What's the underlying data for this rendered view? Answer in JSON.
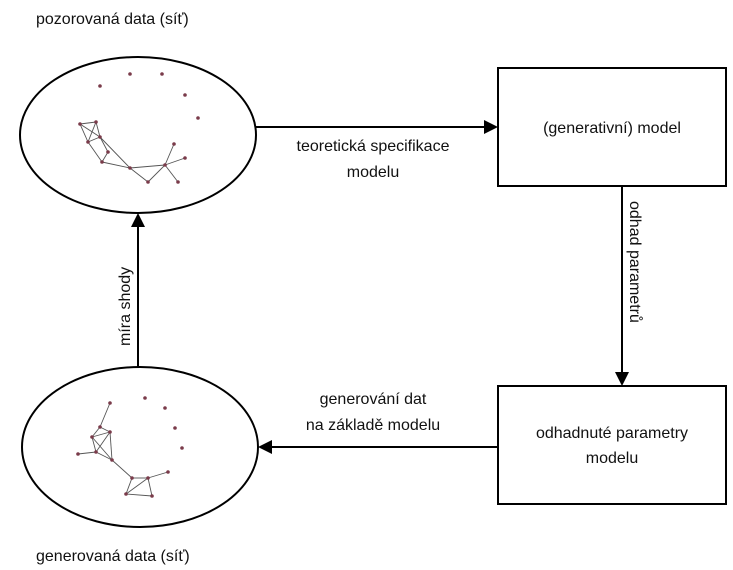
{
  "labels": {
    "observed_data": "pozorovaná data (síť)",
    "generated_data": "generovaná data (síť)",
    "model_box": "(generativní) model",
    "params_box_line1": "odhadnuté parametry",
    "params_box_line2": "modelu",
    "arrow_spec_line1": "teoretická specifikace",
    "arrow_spec_line2": "modelu",
    "arrow_estimate": "odhad parametrů",
    "arrow_generate_line1": "generování dat",
    "arrow_generate_line2": "na základě modelu",
    "arrow_fit": "míra shody"
  },
  "colors": {
    "stroke": "#000000",
    "text": "#111111",
    "network_node": "#7a3b4a",
    "network_edge": "#555555"
  }
}
